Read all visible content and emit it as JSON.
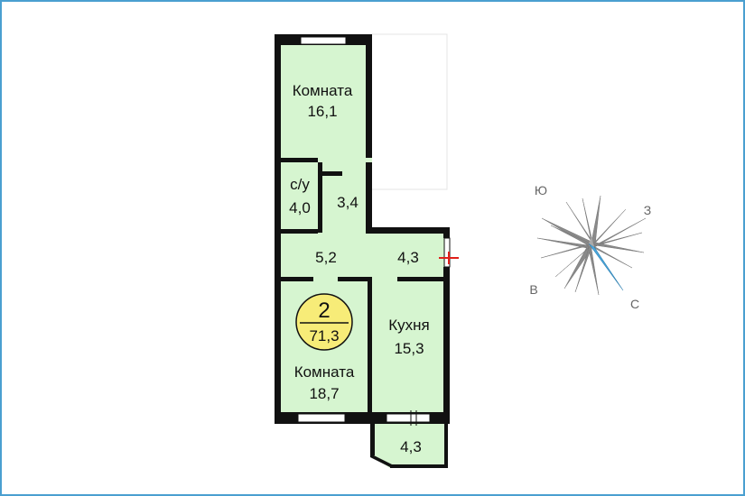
{
  "rooms": {
    "room_top": {
      "name": "Комната",
      "area": "16,1"
    },
    "bathroom": {
      "name": "с/у",
      "area": "4,0"
    },
    "corridor_small": {
      "area": "3,4"
    },
    "hall": {
      "area": "5,2"
    },
    "hall_right": {
      "area": "4,3"
    },
    "kitchen": {
      "name": "Кухня",
      "area": "15,3"
    },
    "room_bottom": {
      "name": "Комната",
      "area": "18,7"
    },
    "balcony": {
      "area": "4,3"
    }
  },
  "badge": {
    "rooms_count": "2",
    "total_area": "71,3",
    "color": "#f7ec78"
  },
  "compass": {
    "north": "С",
    "south": "Ю",
    "west": "З",
    "east": "В"
  },
  "colors": {
    "floor": "#d6f5d0",
    "wall": "#111111",
    "frame": "#4a9fd0",
    "marker": "#e0201a"
  }
}
